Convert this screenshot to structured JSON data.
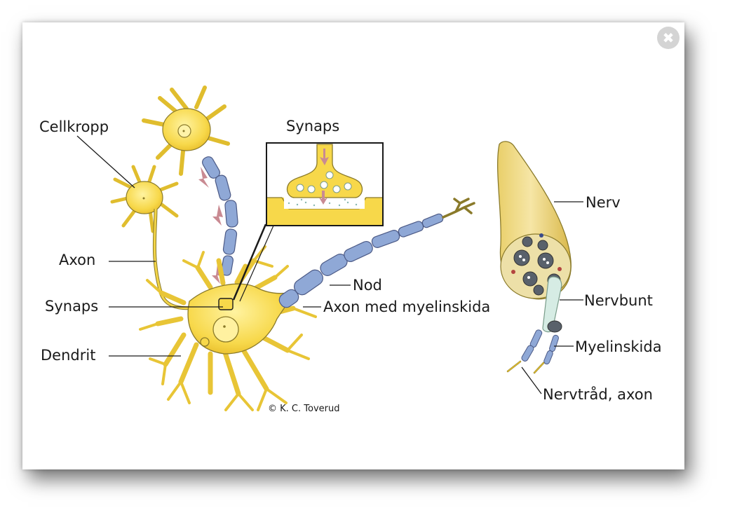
{
  "dialog": {
    "close_icon": "close-icon",
    "close_glyph": "✖"
  },
  "labels": {
    "cellkropp": "Cellkropp",
    "synaps_top": "Synaps",
    "axon": "Axon",
    "synaps_left": "Synaps",
    "dendrit": "Dendrit",
    "nod": "Nod",
    "axon_myelin": "Axon med myelinskida",
    "nerv": "Nerv",
    "nervbunt": "Nervbunt",
    "myelinskida": "Myelinskida",
    "nervtrad": "Nervtråd, axon"
  },
  "credit": "© K. C. Toverud",
  "colors": {
    "neuron_yellow": "#f7d84a",
    "neuron_outline": "#8a7a2a",
    "myelin_blue": "#8fa8d6",
    "arrow_pink": "#c98a92",
    "nerve_sheath": "#f3e39a"
  }
}
